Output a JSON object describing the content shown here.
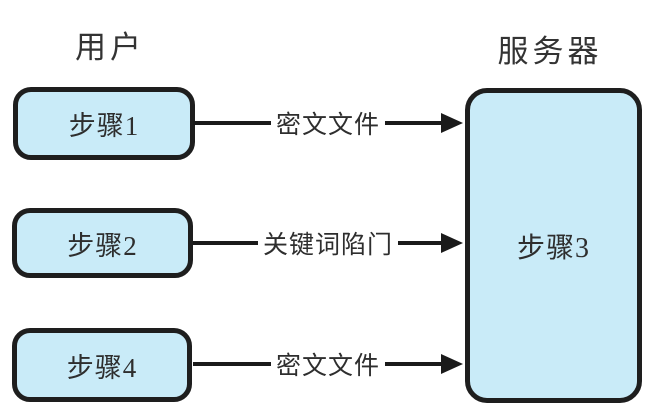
{
  "diagram": {
    "columns": {
      "user_label": "用户",
      "server_label": "服务器"
    },
    "user_steps": [
      {
        "label": "步骤1"
      },
      {
        "label": "步骤2"
      },
      {
        "label": "步骤4"
      }
    ],
    "server_step": {
      "label": "步骤3"
    },
    "arrows": [
      {
        "label": "密文文件",
        "from": "步骤1",
        "to": "步骤3"
      },
      {
        "label": "关键词陷门",
        "from": "步骤2",
        "to": "步骤3"
      },
      {
        "label": "密文文件",
        "from": "步骤4",
        "to": "步骤3"
      }
    ],
    "colors": {
      "box_fill": "#c9ebf8",
      "box_border": "#1e1e1e",
      "arrow": "#1a1a1a",
      "text": "#2e2e2e",
      "background": "#ffffff"
    }
  }
}
